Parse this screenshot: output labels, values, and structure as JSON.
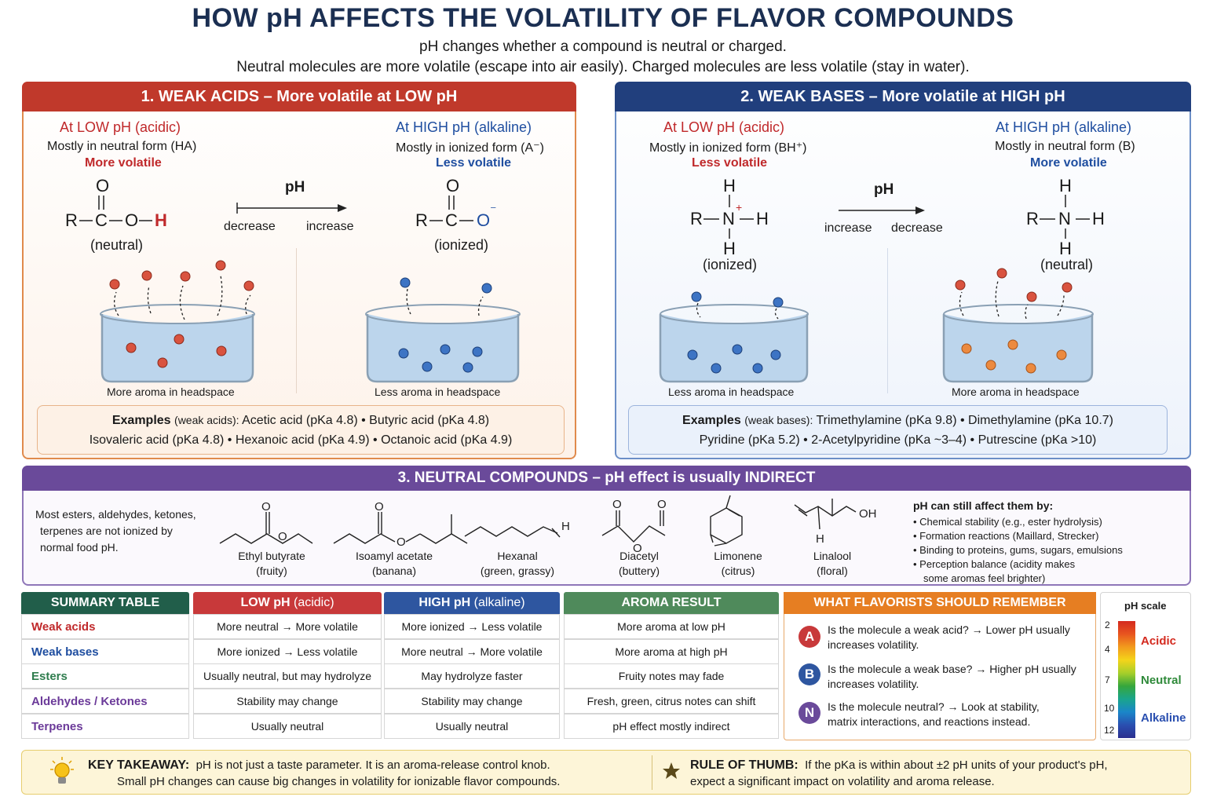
{
  "header": {
    "title": "HOW pH AFFECTS THE VOLATILITY OF FLAVOR COMPOUNDS",
    "line1": "pH changes whether a compound is neutral or charged.",
    "line2": "Neutral molecules are more volatile (escape into air easily). Charged molecules are less volatile (stay in water)."
  },
  "acids": {
    "heading": "1. WEAK ACIDS – More volatile at LOW pH",
    "left": {
      "title": "At LOW pH (acidic)",
      "form": "Mostly in neutral form (HA)",
      "vol": "More volatile",
      "label": "(neutral)",
      "caption": "More aroma in headspace"
    },
    "right": {
      "title": "At HIGH pH (alkaline)",
      "form": "Mostly in ionized form (A⁻)",
      "vol": "Less volatile",
      "label": "(ionized)",
      "caption": "Less aroma in headspace"
    },
    "arrow": {
      "label": "pH",
      "left": "decrease",
      "right": "increase"
    },
    "examples_prefix": "Examples",
    "examples_kind": "(weak acids):",
    "examples_line1": "Acetic acid (pKa 4.8)  •  Butyric acid (pKa 4.8)",
    "examples_line2": "Isovaleric acid (pKa 4.8)  •  Hexanoic acid (pKa 4.9)  •  Octanoic acid (pKa 4.9)"
  },
  "bases": {
    "heading": "2. WEAK BASES – More volatile at HIGH pH",
    "left": {
      "title": "At LOW pH (acidic)",
      "form": "Mostly in ionized form (BH⁺)",
      "vol": "Less volatile",
      "label": "(ionized)",
      "caption": "Less aroma in headspace"
    },
    "right": {
      "title": "At HIGH pH (alkaline)",
      "form": "Mostly in neutral form (B)",
      "vol": "More volatile",
      "label": "(neutral)",
      "caption": "More aroma in headspace"
    },
    "arrow": {
      "label": "pH",
      "left": "increase",
      "right": "decrease"
    },
    "examples_prefix": "Examples",
    "examples_kind": "(weak bases):",
    "examples_line1": "Trimethylamine (pKa 9.8)  •  Dimethylamine (pKa 10.7)",
    "examples_line2": "Pyridine (pKa 5.2)  •  2-Acetylpyridine (pKa ~3–4)  •  Putrescine (pKa >10)"
  },
  "chem": {
    "O": "O",
    "R": "R",
    "C": "C",
    "H": "H",
    "N": "N",
    "OH": "OH",
    "minus": "⁻",
    "plus": "+"
  },
  "neutral": {
    "heading": "3. NEUTRAL COMPOUNDS – pH effect is usually INDIRECT",
    "intro": [
      "Most esters, aldehydes, ketones,",
      "terpenes are not ionized by",
      "normal food pH."
    ],
    "compounds": [
      {
        "name": "Ethyl butyrate",
        "note": "(fruity)"
      },
      {
        "name": "Isoamyl acetate",
        "note": "(banana)"
      },
      {
        "name": "Hexanal",
        "note": "(green, grassy)"
      },
      {
        "name": "Diacetyl",
        "note": "(buttery)"
      },
      {
        "name": "Limonene",
        "note": "(citrus)"
      },
      {
        "name": "Linalool",
        "note": "(floral)"
      }
    ],
    "affect_title": "pH can still affect them by:",
    "affect": [
      "Chemical stability (e.g., ester hydrolysis)",
      "Formation reactions (Maillard, Strecker)",
      "Binding to proteins, gums, sugars, emulsions",
      "Perception balance (acidity makes",
      "some aromas feel brighter)"
    ]
  },
  "table": {
    "h0": "SUMMARY TABLE",
    "h1a": "LOW pH",
    "h1b": "(acidic)",
    "h2a": "HIGH pH",
    "h2b": "(alkaline)",
    "h3": "AROMA RESULT",
    "rows": [
      {
        "label": "Weak acids",
        "low": "More neutral → More volatile",
        "high": "More ionized → Less volatile",
        "result": "More aroma at low pH",
        "color": "#c0292b"
      },
      {
        "label": "Weak bases",
        "low": "More ionized → Less volatile",
        "high": "More neutral → More volatile",
        "result": "More aroma at high pH",
        "color": "#1f4ea0"
      },
      {
        "label": "Esters",
        "low": "Usually neutral, but may hydrolyze",
        "high": "May hydrolyze faster",
        "result": "Fruity notes may fade",
        "color": "#2f7d4e"
      },
      {
        "label": "Aldehydes / Ketones",
        "low": "Stability may change",
        "high": "Stability may change",
        "result": "Fresh, green, citrus notes can shift",
        "color": "#6b3a99"
      },
      {
        "label": "Terpenes",
        "low": "Usually neutral",
        "high": "Usually neutral",
        "result": "pH effect mostly indirect",
        "color": "#6b3a99"
      }
    ]
  },
  "remember": {
    "heading": "WHAT FLAVORISTS SHOULD REMEMBER",
    "items": [
      {
        "badge": "A",
        "l1": "Is the molecule a weak acid? → Lower pH usually",
        "l2": "increases volatility."
      },
      {
        "badge": "B",
        "l1": "Is the molecule a weak base? → Higher pH usually",
        "l2": "increases volatility."
      },
      {
        "badge": "N",
        "l1": "Is the molecule neutral? → Look at stability,",
        "l2": "matrix interactions, and reactions instead."
      }
    ]
  },
  "phscale": {
    "title": "pH scale",
    "ticks": [
      "2",
      "4",
      "7",
      "10",
      "12"
    ],
    "acidic": "Acidic",
    "neutral": "Neutral",
    "alkaline": "Alkaline"
  },
  "footer": {
    "key_label": "KEY TAKEAWAY:",
    "key_l1": "pH is not just a taste parameter. It is an aroma-release control knob.",
    "key_l2": "Small pH changes can cause big changes in volatility for ionizable flavor compounds.",
    "rule_label": "RULE OF THUMB:",
    "rule_l1": "If the pKa is within about ±2 pH units of your product's pH,",
    "rule_l2": "expect a significant impact on volatility and aroma release."
  },
  "colors": {
    "acid": "#c0392b",
    "base": "#1f3f7a",
    "neutral": "#6b4699",
    "table": "#215e4a",
    "orange": "#e67e22",
    "green": "#4f8a5b"
  }
}
